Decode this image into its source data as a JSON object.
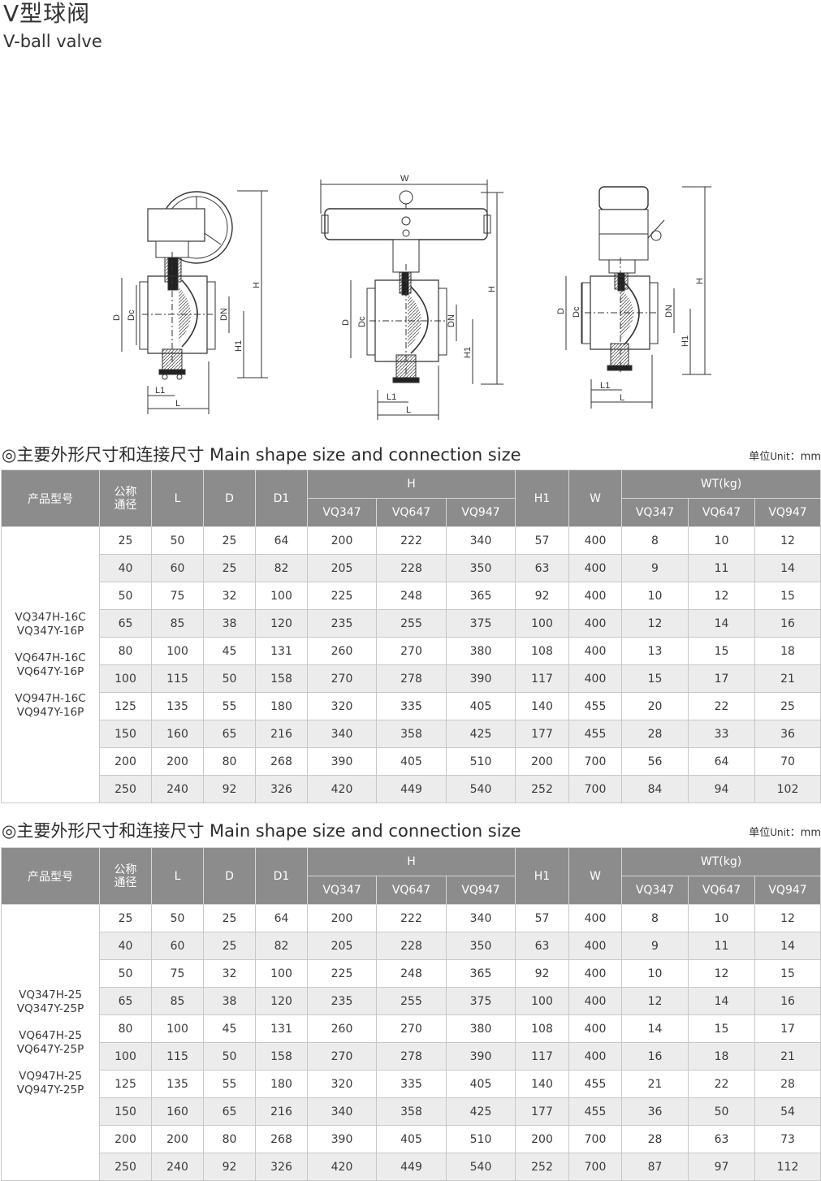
{
  "header": {
    "title_cn": "V型球阀",
    "title_en": "V-ball valve"
  },
  "drawing_labels": {
    "D": "D",
    "Dc": "Dc",
    "DN": "DN",
    "H": "H",
    "H1": "H1",
    "L": "L",
    "L1": "L1",
    "W": "W"
  },
  "unit_label": {
    "prefix": "单位",
    "en": "Unit",
    "sep": "：",
    "unit": "mm"
  },
  "columns": {
    "model": "产品型号",
    "dn_line1": "公称",
    "dn_line2": "通径",
    "L": "L",
    "D": "D",
    "D1": "D1",
    "H": "H",
    "H1": "H1",
    "W": "W",
    "WT": "WT(kg)",
    "h_sub": [
      "VQ347",
      "VQ647",
      "VQ947"
    ],
    "wt_sub": [
      "VQ347",
      "VQ647",
      "VQ947"
    ]
  },
  "tables": [
    {
      "heading": "◎主要外形尺寸和连接尺寸 Main shape size and connection size",
      "models": [
        [
          "VQ347H-16C",
          "VQ347Y-16P"
        ],
        [
          "VQ647H-16C",
          "VQ647Y-16P"
        ],
        [
          "VQ947H-16C",
          "VQ947Y-16P"
        ]
      ],
      "rows": [
        [
          "25",
          "50",
          "25",
          "64",
          "200",
          "222",
          "340",
          "57",
          "400",
          "8",
          "10",
          "12"
        ],
        [
          "40",
          "60",
          "25",
          "82",
          "205",
          "228",
          "350",
          "63",
          "400",
          "9",
          "11",
          "14"
        ],
        [
          "50",
          "75",
          "32",
          "100",
          "225",
          "248",
          "365",
          "92",
          "400",
          "10",
          "12",
          "15"
        ],
        [
          "65",
          "85",
          "38",
          "120",
          "235",
          "255",
          "375",
          "100",
          "400",
          "12",
          "14",
          "16"
        ],
        [
          "80",
          "100",
          "45",
          "131",
          "260",
          "270",
          "380",
          "108",
          "400",
          "13",
          "15",
          "18"
        ],
        [
          "100",
          "115",
          "50",
          "158",
          "270",
          "278",
          "390",
          "117",
          "400",
          "15",
          "17",
          "21"
        ],
        [
          "125",
          "135",
          "55",
          "180",
          "320",
          "335",
          "405",
          "140",
          "455",
          "20",
          "22",
          "25"
        ],
        [
          "150",
          "160",
          "65",
          "216",
          "340",
          "358",
          "425",
          "177",
          "455",
          "28",
          "33",
          "36"
        ],
        [
          "200",
          "200",
          "80",
          "268",
          "390",
          "405",
          "510",
          "200",
          "700",
          "56",
          "64",
          "70"
        ],
        [
          "250",
          "240",
          "92",
          "326",
          "420",
          "449",
          "540",
          "252",
          "700",
          "84",
          "94",
          "102"
        ]
      ]
    },
    {
      "heading": "◎主要外形尺寸和连接尺寸 Main shape size and connection size",
      "models": [
        [
          "VQ347H-25",
          "VQ347Y-25P"
        ],
        [
          "VQ647H-25",
          "VQ647Y-25P"
        ],
        [
          "VQ947H-25",
          "VQ947Y-25P"
        ]
      ],
      "rows": [
        [
          "25",
          "50",
          "25",
          "64",
          "200",
          "222",
          "340",
          "57",
          "400",
          "8",
          "10",
          "12"
        ],
        [
          "40",
          "60",
          "25",
          "82",
          "205",
          "228",
          "350",
          "63",
          "400",
          "9",
          "11",
          "14"
        ],
        [
          "50",
          "75",
          "32",
          "100",
          "225",
          "248",
          "365",
          "92",
          "400",
          "10",
          "12",
          "15"
        ],
        [
          "65",
          "85",
          "38",
          "120",
          "235",
          "255",
          "375",
          "100",
          "400",
          "12",
          "14",
          "16"
        ],
        [
          "80",
          "100",
          "45",
          "131",
          "260",
          "270",
          "380",
          "108",
          "400",
          "14",
          "15",
          "17"
        ],
        [
          "100",
          "115",
          "50",
          "158",
          "270",
          "278",
          "390",
          "117",
          "400",
          "16",
          "18",
          "21"
        ],
        [
          "125",
          "135",
          "55",
          "180",
          "320",
          "335",
          "405",
          "140",
          "455",
          "21",
          "22",
          "28"
        ],
        [
          "150",
          "160",
          "65",
          "216",
          "340",
          "358",
          "425",
          "177",
          "455",
          "36",
          "50",
          "54"
        ],
        [
          "200",
          "200",
          "80",
          "268",
          "390",
          "405",
          "510",
          "200",
          "700",
          "28",
          "63",
          "73"
        ],
        [
          "250",
          "240",
          "92",
          "326",
          "420",
          "449",
          "540",
          "252",
          "700",
          "87",
          "97",
          "112"
        ]
      ]
    }
  ]
}
